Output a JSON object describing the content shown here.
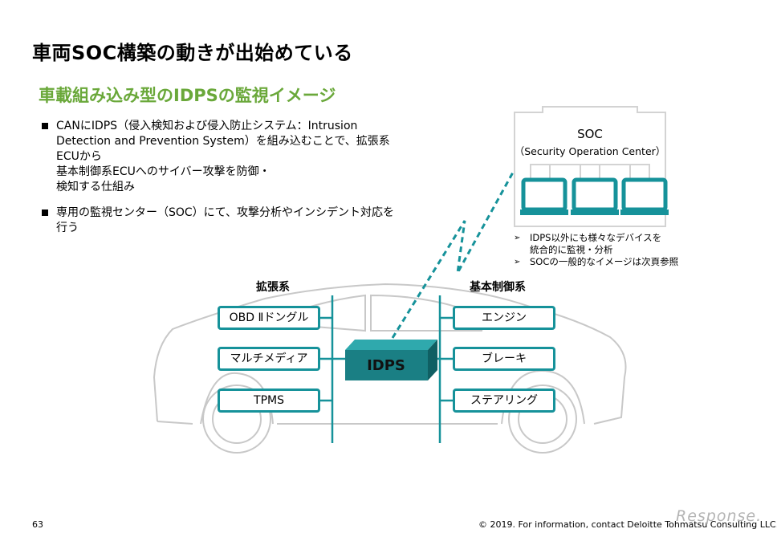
{
  "slide": {
    "title": "車両SOC構築の動きが出始めている",
    "subtitle": "車載組み込み型のIDPSの監視イメージ",
    "bullets": [
      "CANにIDPS（侵入検知および侵入防止システム：Intrusion\nDetection and Prevention System）を組み込むことで、拡張系\nECUから\n基本制御系ECUへのサイバー攻撃を防御・\n検知する仕組み",
      "専用の監視センター（SOC）にて、攻撃分析やインシデント対応を\n行う"
    ]
  },
  "soc": {
    "title": "SOC",
    "subtitle": "（Security Operation Center）",
    "notes": [
      "IDPS以外にも様々なデバイスを\n統合的に監視・分析",
      "SOCの一般的なイメージは次頁参照"
    ],
    "note_marker": "➢"
  },
  "diagram": {
    "left_group": "拡張系",
    "right_group": "基本制御系",
    "left_boxes": [
      "OBD Ⅱドングル",
      "マルチメディア",
      "TPMS"
    ],
    "right_boxes": [
      "エンジン",
      "ブレーキ",
      "ステアリング"
    ],
    "center_label": "IDPS",
    "accent_color": "#16929a",
    "idps_color": "#1a7f84"
  },
  "footer": {
    "page_number": "63",
    "copyright": "© 2019. For information, contact Deloitte Tohmatsu Consulting LLC.",
    "watermark": "Response."
  }
}
